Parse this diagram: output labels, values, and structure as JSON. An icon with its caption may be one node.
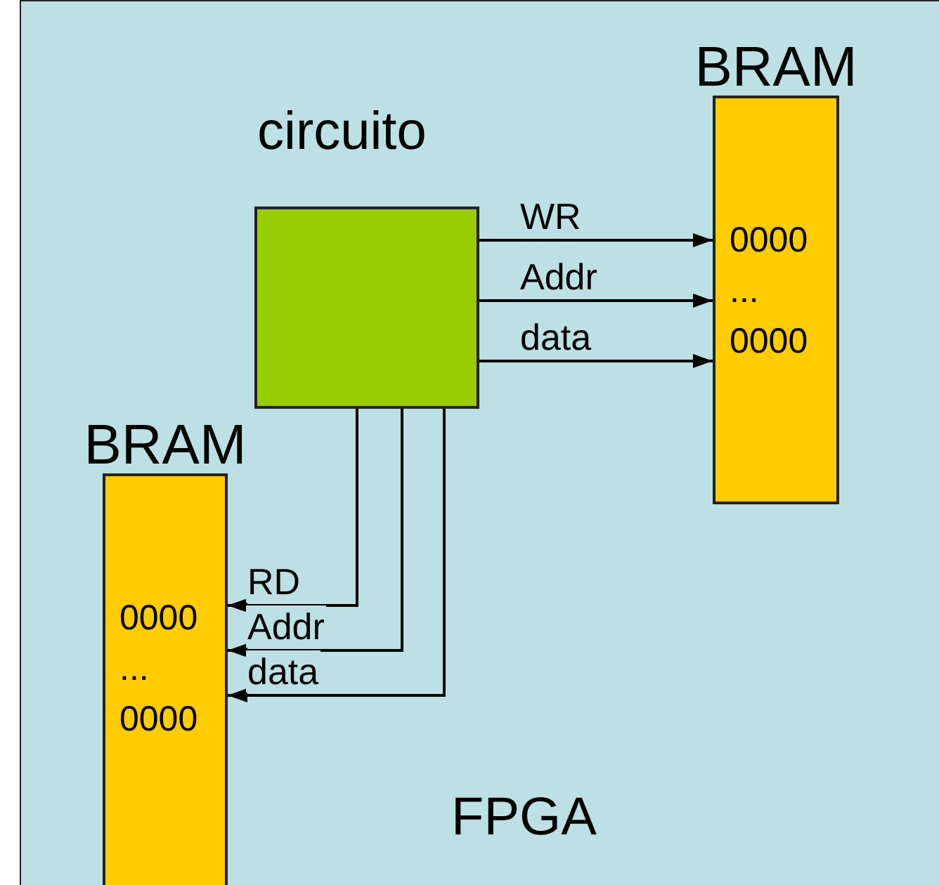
{
  "diagram": {
    "nodes": [
      {
        "text": [
          "FPGA"
        ]
      },
      {
        "text": [
          "circuito"
        ],
        "in": 0
      },
      {
        "text": [
          "BRAM",
          "0000",
          "...",
          "0000"
        ],
        "in": 0
      },
      {
        "text": [
          "BRAM",
          "0000",
          "...",
          "0000"
        ],
        "in": 0
      }
    ],
    "edges": [
      {
        "from": 1,
        "to": 2,
        "arrow": "to",
        "label": "WR"
      },
      {
        "from": 1,
        "to": 2,
        "arrow": "to",
        "label": "Addr"
      },
      {
        "from": 1,
        "to": 2,
        "arrow": "to",
        "label": "data"
      },
      {
        "from": 1,
        "to": 3,
        "arrow": "to",
        "label": "RD"
      },
      {
        "from": 1,
        "to": 3,
        "arrow": "to",
        "label": "Addr"
      },
      {
        "from": 1,
        "to": 3,
        "arrow": "to",
        "label": "data"
      }
    ]
  }
}
